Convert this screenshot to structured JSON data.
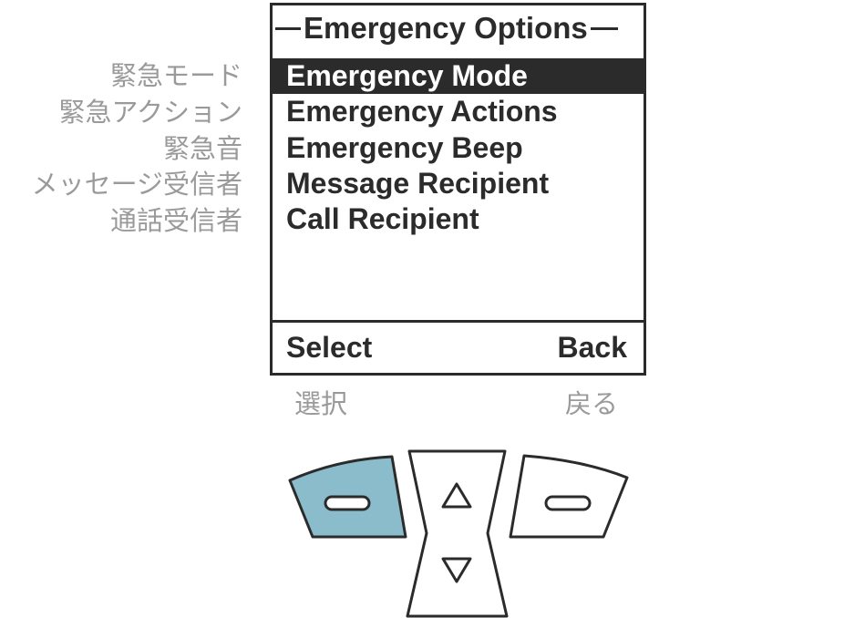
{
  "screen": {
    "title": "Emergency Options",
    "menu_items": [
      {
        "label": "Emergency Mode",
        "selected": true
      },
      {
        "label": "Emergency Actions",
        "selected": false
      },
      {
        "label": "Emergency Beep",
        "selected": false
      },
      {
        "label": "Message Recipient",
        "selected": false
      },
      {
        "label": "Call Recipient",
        "selected": false
      }
    ],
    "softkeys": {
      "left": "Select",
      "right": "Back"
    }
  },
  "annotations": {
    "menu_translations": [
      "緊急モード",
      "緊急アクション",
      "緊急音",
      "メッセージ受信者",
      "通話受信者"
    ],
    "softkey_left": "選択",
    "softkey_right": "戻る"
  },
  "keypad": {
    "left_softkey_icon": "dash-icon",
    "right_softkey_icon": "dash-icon",
    "up_icon": "triangle-up-icon",
    "down_icon": "triangle-down-icon",
    "highlight_color": "#8bbccc",
    "line_color": "#2b2b2b"
  }
}
